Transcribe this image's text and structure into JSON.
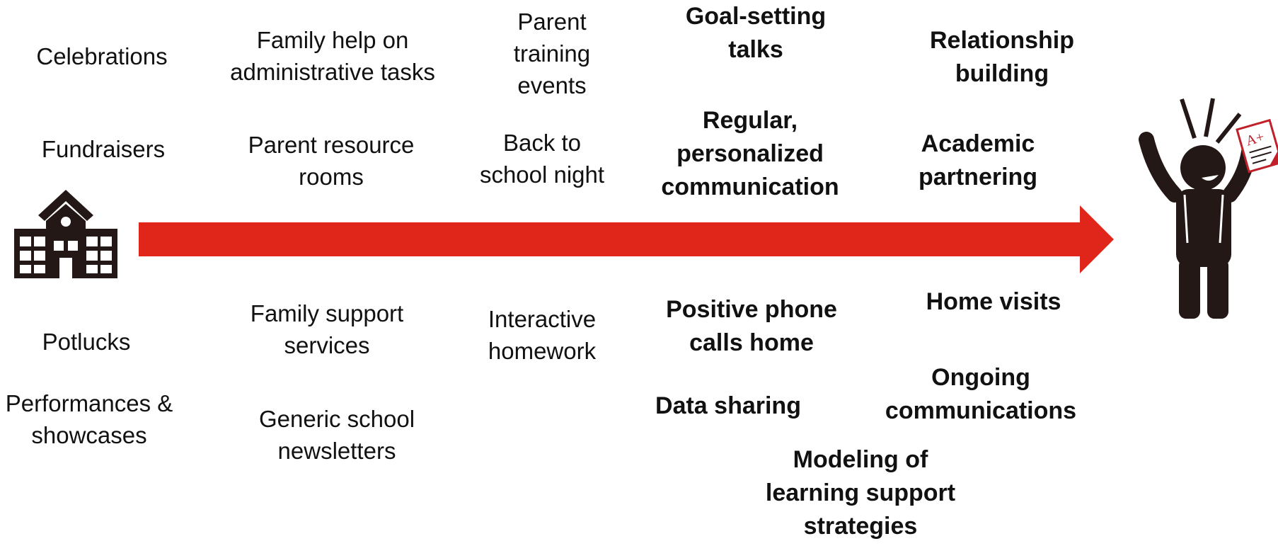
{
  "colors": {
    "arrow": "#E0251B",
    "icon": "#231815",
    "text": "#111111",
    "paper_accent": "#C0202A"
  },
  "icons": {
    "start": "school-building-icon",
    "end": "celebrating-student-icon"
  },
  "left_column": {
    "celebrations": "Celebrations",
    "fundraisers": "Fundraisers",
    "potlucks": "Potlucks",
    "performances": "Performances &\nshowcases"
  },
  "col2": {
    "admin_help": "Family help on\nadministrative tasks",
    "resource_rooms": "Parent resource\nrooms",
    "support_services": "Family support\nservices",
    "newsletters": "Generic school\nnewsletters"
  },
  "col3": {
    "training": "Parent\ntraining\nevents",
    "back_to_school": "Back to\nschool night",
    "homework": "Interactive\nhomework"
  },
  "col4": {
    "goal_setting": "Goal-setting\ntalks",
    "regular_comm": "Regular,\npersonalized\ncommunication",
    "phone_calls": "Positive phone\ncalls home",
    "data_sharing": "Data sharing",
    "modeling": "Modeling of\nlearning support\nstrategies"
  },
  "col5": {
    "relationship": "Relationship\nbuilding",
    "academic": "Academic\npartnering",
    "home_visits": "Home visits",
    "ongoing": "Ongoing\ncommunications"
  }
}
